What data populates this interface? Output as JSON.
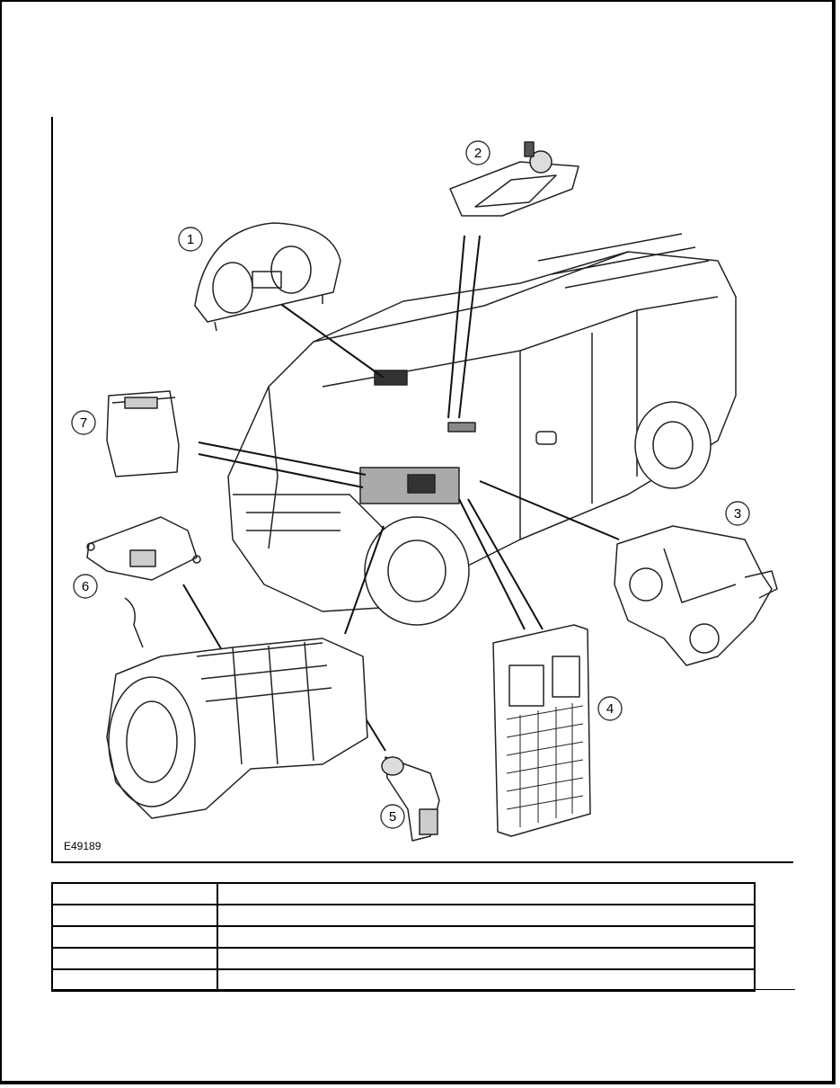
{
  "figure": {
    "id": "E49189",
    "callouts": [
      "1",
      "2",
      "3",
      "4",
      "5",
      "6",
      "7"
    ],
    "icons": {
      "1": "instrument-cluster-icon",
      "2": "gear-selector-panel-icon",
      "3": "transfer-box-icon",
      "4": "fuse-box-module-icon",
      "5": "speed-sensor-icon",
      "6": "control-module-icon",
      "7": "electronic-module-icon"
    }
  },
  "legend": {
    "rows": [
      {
        "item": "",
        "description": ""
      },
      {
        "item": "",
        "description": ""
      },
      {
        "item": "",
        "description": ""
      },
      {
        "item": "",
        "description": ""
      },
      {
        "item": "",
        "description": ""
      }
    ]
  }
}
